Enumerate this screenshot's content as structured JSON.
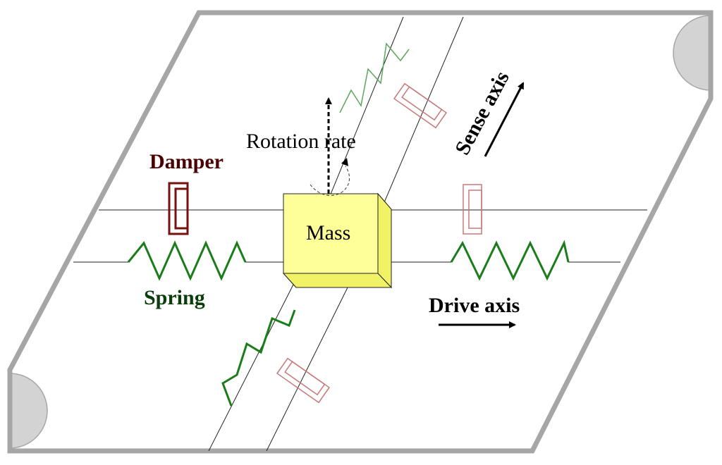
{
  "labels": {
    "damper": "Damper",
    "spring": "Spring",
    "mass": "Mass",
    "rotation_rate": "Rotation rate",
    "sense_axis": "Sense axis",
    "drive_axis": "Drive axis"
  },
  "colors": {
    "frame": "#a6a6a6",
    "corner_fill": "#d3d3d3",
    "spring_dark": "#1a7d1a",
    "spring_light": "#5aa85a",
    "damper_dark": "#7a0f0f",
    "damper_light": "#c87878",
    "mass_fill": "#ffff99",
    "mass_side": "#f2f266",
    "line": "#222222"
  }
}
